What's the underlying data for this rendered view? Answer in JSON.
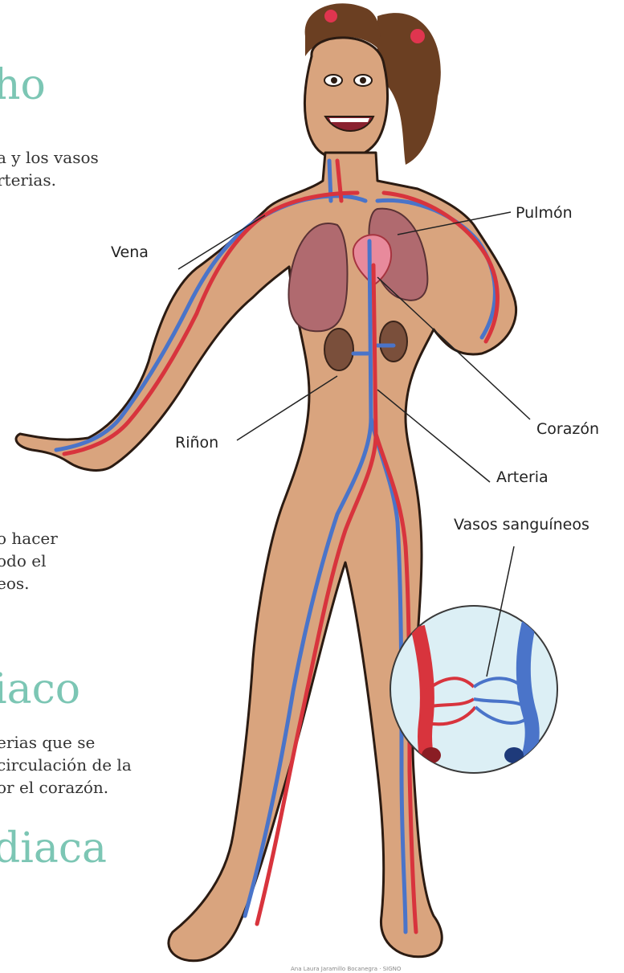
{
  "headings": {
    "h1": "ho",
    "h2": "iaco",
    "h3": "diaca"
  },
  "paragraphs": {
    "p1_line1": "a y los vasos",
    "p1_line2": "rterias.",
    "p2_line1": "o hacer",
    "p2_line2": "odo el",
    "p2_line3": "eos.",
    "p3_line1": "erias que se",
    "p3_line2": "circulación de la",
    "p3_line3": "or el corazón."
  },
  "labels": {
    "pulmon": "Pulmón",
    "vena": "Vena",
    "corazon": "Corazón",
    "rinon": "Riñon",
    "arteria": "Arteria",
    "vasos": "Vasos sanguíneos"
  },
  "credit": "Ana Laura Jaramillo Bocanegra · SIGNO",
  "colors": {
    "accent_heading": "#7cc6b4",
    "skin": "#d9a47e",
    "artery": "#d8343d",
    "vein": "#4a74c9",
    "lung": "#b06a6f",
    "kidney": "#7a4f3b",
    "magnifier_bg": "#dcefF5"
  }
}
